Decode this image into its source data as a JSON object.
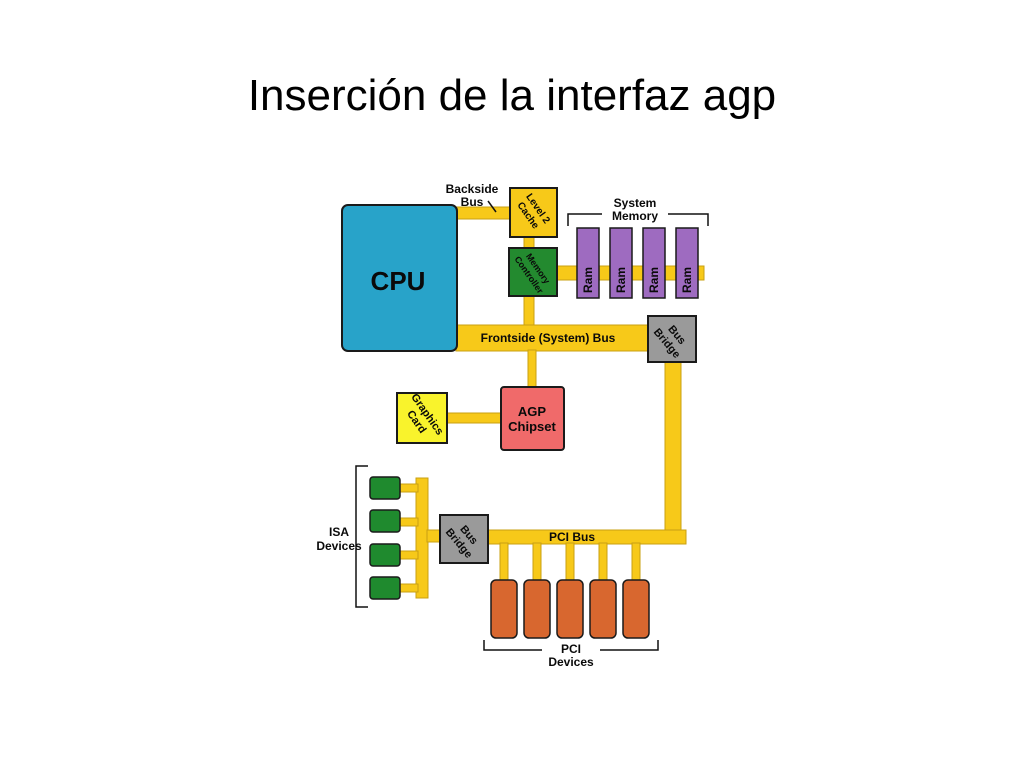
{
  "slide": {
    "title": "Inserción de la interfaz agp"
  },
  "diagram": {
    "cpu": "CPU",
    "backside_bus": [
      "Backside",
      "Bus"
    ],
    "level2_cache": [
      "Level 2",
      "Cache"
    ],
    "system_memory": [
      "System",
      "Memory"
    ],
    "memory_controller": [
      "Memory",
      "Controller"
    ],
    "ram_modules": [
      "Ram",
      "Ram",
      "Ram",
      "Ram"
    ],
    "frontside_bus": "Frontside (System) Bus",
    "bus_bridge_top": [
      "Bus",
      "Bridge"
    ],
    "graphics_card": [
      "Graphics",
      "Card"
    ],
    "agp_chipset": [
      "AGP",
      "Chipset"
    ],
    "isa_devices": [
      "ISA",
      "Devices"
    ],
    "bus_bridge_bottom": [
      "Bus",
      "Bridge"
    ],
    "pci_bus": "PCI Bus",
    "pci_devices": [
      "PCI",
      "Devices"
    ],
    "colors": {
      "bus": "#f7c919",
      "cpu": "#28a3c9",
      "cache": "#f7c919",
      "memory_controller": "#238a2f",
      "ram": "#9e6bc0",
      "bridge": "#9a9a9a",
      "agp_chipset": "#f06a6a",
      "graphics_card": "#f9f32c",
      "isa_device": "#1f8a2e",
      "pci_device": "#d8672f"
    }
  }
}
